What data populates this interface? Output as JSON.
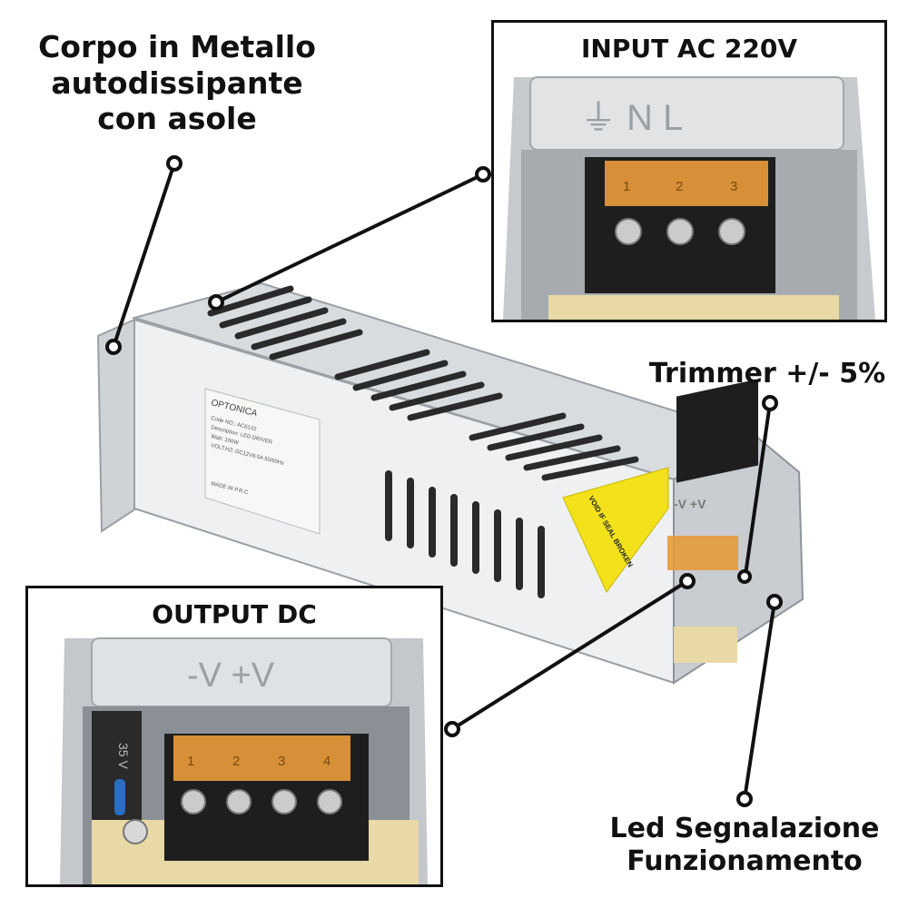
{
  "labels": {
    "body": "Corpo in Metallo autodissipante con asole",
    "trimmer": "Trimmer +/- 5%",
    "led": "Led Segnalazione Funzionamento"
  },
  "insets": {
    "input_title": "INPUT AC 220V",
    "output_title": "OUTPUT DC"
  },
  "device": {
    "brand": "OPTONICA",
    "code": "Code NO.: AC6132",
    "description": "Description: LED DRIVER",
    "watt": "Watt: 100W",
    "volt": "VOLT:HZ: DC12V8.5A  50/60Hz",
    "made_in": "MADE IN P.R.C",
    "warning": "VOID IF SEAL BROKEN",
    "terminal_input_markings": "⏚ N L",
    "terminal_output_markings": "-V +V",
    "input_terminal_numbers": [
      "1",
      "2",
      "3"
    ],
    "output_terminal_numbers": [
      "1",
      "2",
      "3",
      "4"
    ],
    "capacitor_text": "35 V"
  },
  "colors": {
    "metal_light": "#e4e6e8",
    "metal_dark": "#8e949a",
    "terminal_orange": "#e79a3a",
    "terminal_black": "#1e1e1e",
    "pcb": "#e8d9a6",
    "line": "#111111"
  }
}
